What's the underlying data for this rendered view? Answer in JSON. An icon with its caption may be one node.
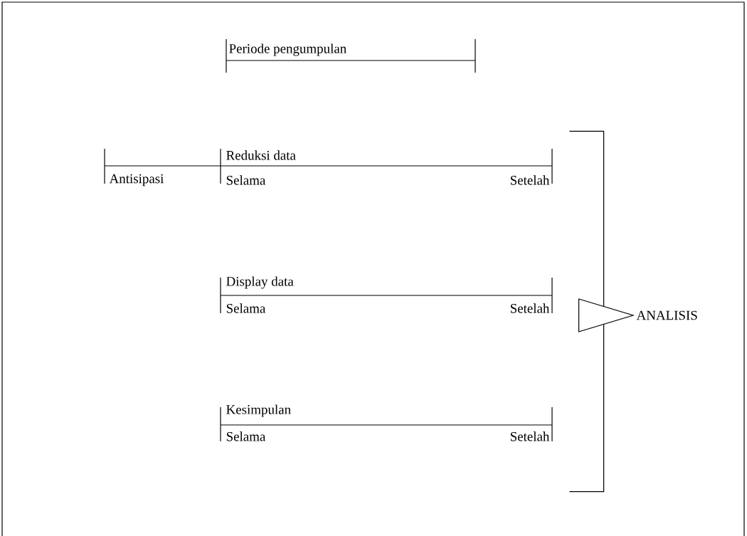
{
  "diagram": {
    "nodes": [
      {
        "text": [],
        "shape": "bracket"
      },
      {
        "text": [
          "ANALISIS"
        ]
      }
    ],
    "edges": [
      {
        "from": 0,
        "to": 1,
        "arrow": "to"
      }
    ],
    "labels": [
      "Periode pengumpulan",
      "Reduksi data",
      "Antisipasi",
      "Selama",
      "Setelah",
      "Display data",
      "Selama",
      "Setelah",
      "Kesimpulan",
      "Selama",
      "Setelah"
    ]
  }
}
